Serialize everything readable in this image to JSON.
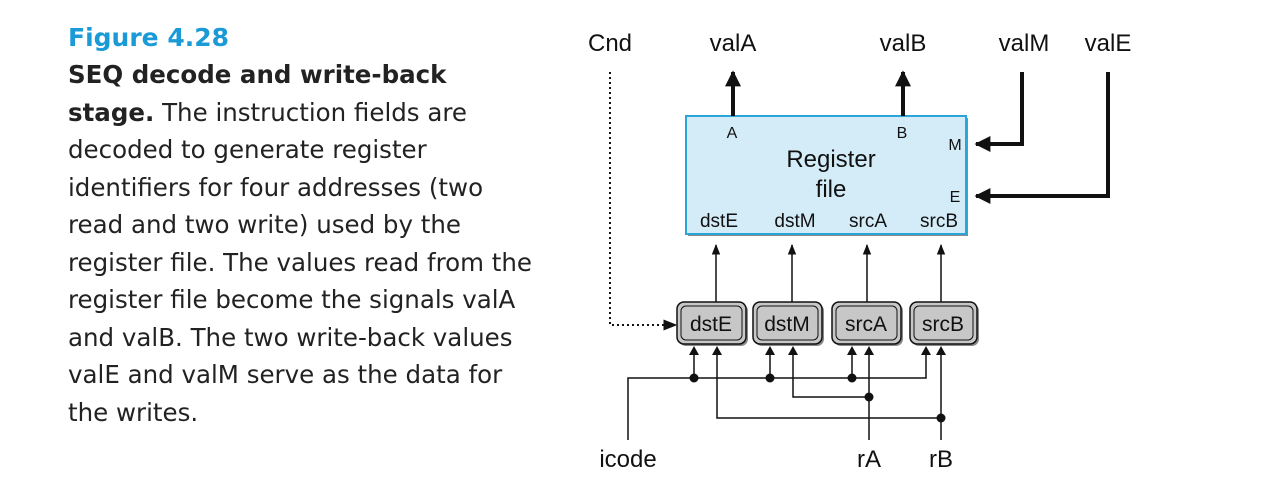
{
  "caption": {
    "figure_number": "Figure 4.28",
    "title": "SEQ decode and write-back stage.",
    "body": " The instruction fields are decoded to generate register identifiers for four addresses (two read and two write) used by the register file. The values read from the register file become the signals valA and valB. The two write-back values valE and valM serve as the data for the writes."
  },
  "diagram": {
    "top_signals": {
      "cnd": "Cnd",
      "valA": "valA",
      "valB": "valB",
      "valM": "valM",
      "valE": "valE"
    },
    "register_file": {
      "title_line1": "Register",
      "title_line2": "file",
      "port_a": "A",
      "port_b": "B",
      "port_m": "M",
      "port_e": "E",
      "dst_e": "dstE",
      "dst_m": "dstM",
      "src_a": "srcA",
      "src_b": "srcB",
      "fill": "#d3ecf8",
      "border": "#29a5d9"
    },
    "logic_blocks": [
      "dstE",
      "dstM",
      "srcA",
      "srcB"
    ],
    "bottom_signals": {
      "icode": "icode",
      "rA": "rA",
      "rB": "rB"
    },
    "block_fill": "#c7c7c7"
  }
}
